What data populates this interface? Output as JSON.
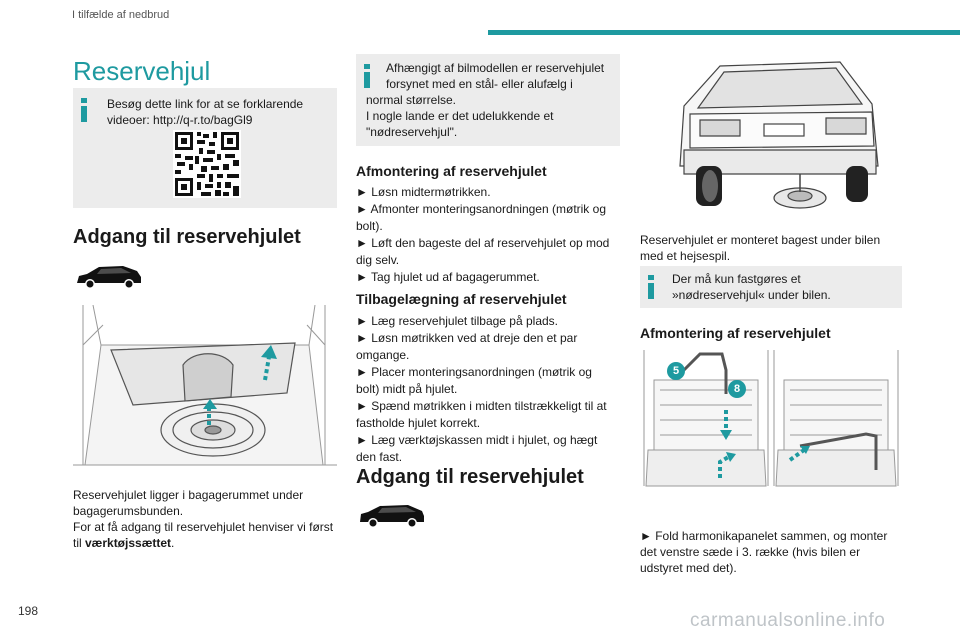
{
  "header": {
    "section": "I tilfælde af nedbrud"
  },
  "page_number": "198",
  "watermark": "carmanualsonline.info",
  "col1": {
    "title": "Reservehjul",
    "note_line1": "Besøg dette link for at se forklarende",
    "note_line2": "videoer: http://q-r.to/bagGl9",
    "heading": "Adgang til reservehjulet",
    "para_line1": "Reservehjulet ligger i bagagerummet under",
    "para_line2": "bagagerumsbunden.",
    "para_line3": "For at få adgang til reservehjulet henviser vi først",
    "para_line4_prefix": "til ",
    "para_line4_bold": "værktøjssættet",
    "para_line4_suffix": "."
  },
  "col2": {
    "note_line1": "Afhængigt af bilmodellen er reservehjulet",
    "note_line2": "forsynet med en stål- eller alufælg i",
    "note_line3": "normal størrelse.",
    "note_line4": "I nogle lande er det udelukkende et",
    "note_line5": "\"nødreservehjul\".",
    "removal_heading": "Afmontering af reservehjulet",
    "removal_steps": [
      "► Løsn midtermøtrikken.",
      "► Afmonter monteringsanordningen (møtrik og",
      "bolt).",
      "► Løft den bageste del af reservehjulet op mod",
      "dig selv.",
      "► Tag hjulet ud af bagagerummet."
    ],
    "refit_heading": "Tilbagelægning af reservehjulet",
    "refit_steps": [
      "► Læg reservehjulet tilbage på plads.",
      "► Løsn møtrikken ved at dreje den et par",
      "omgange.",
      "► Placer monteringsanordningen (møtrik og",
      "bolt) midt på hjulet.",
      "► Spænd møtrikken i midten tilstrækkeligt til at",
      "fastholde hjulet korrekt.",
      "► Læg værktøjskassen midt i hjulet, og hægt",
      "den fast."
    ],
    "heading2": "Adgang til reservehjulet"
  },
  "col3": {
    "para_line1": "Reservehjulet er monteret bagest under bilen",
    "para_line2": "med et hejsespil.",
    "note_line1": "Der må kun fastgøres et",
    "note_line2": "»nødreservehjul« under bilen.",
    "heading": "Afmontering af reservehjulet",
    "callout_5": "5",
    "callout_8": "8",
    "para2_line1": "► Fold harmonikapanelet sammen, og monter",
    "para2_line2": "det venstre sæde i 3. række (hvis bilen er",
    "para2_line3": "udstyret med det)."
  },
  "colors": {
    "accent": "#1e9aa0",
    "note_bg": "#ececec"
  }
}
